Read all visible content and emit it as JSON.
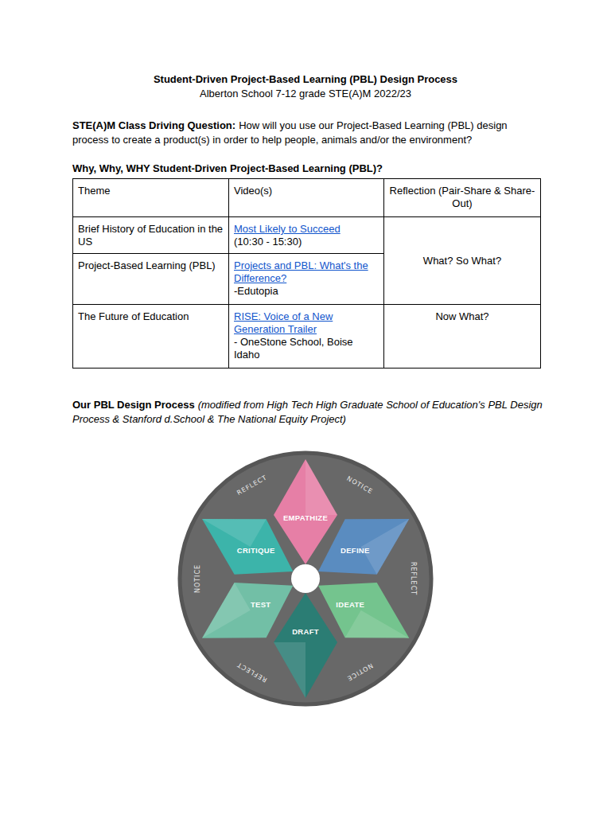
{
  "diagram": {
    "title": "Student-Driven Project-Based Learning (PBL) Design Process",
    "nodes": [
      {
        "text": [
          "EMPATHIZE"
        ]
      },
      {
        "text": [
          "CRITIQUE"
        ]
      },
      {
        "text": [
          "DEFINE"
        ]
      },
      {
        "text": [
          "TEST"
        ]
      },
      {
        "text": [
          "IDEATE"
        ]
      },
      {
        "text": [
          "DRAFT"
        ]
      }
    ],
    "labels": [
      "Alberton School 7-12 grade STE(A)M 2022/23",
      "STE(A)M Class Driving Question:",
      "How will you use our Project-Based Learning (PBL) design process to create a product(s) in order to help people, animals and/or the environment?",
      "Why, Why, WHY Student-Driven Project-Based Learning (PBL)?",
      "Theme",
      "Video(s)",
      "Reflection (Pair-Share & Share-Out)",
      "Brief History of Education in the US",
      "Most Likely to Succeed",
      "(10:30 - 15:30)",
      "Project-Based Learning (PBL)",
      "Projects and PBL: What's the Difference?",
      "-Edutopia",
      "What? So What?",
      "The Future of Education",
      "RISE: Voice of a New Generation Trailer",
      "- OneStone School, Boise Idaho",
      "Now What?",
      "Our PBL Design Process",
      "(modified from High Tech High Graduate School of Education's PBL Design Process & Stanford d.School & The National Equity Project)",
      "REFLECT",
      "NOTICE",
      "REFLECT",
      "NOTICE",
      "REFLECT",
      "NOTICE"
    ]
  }
}
